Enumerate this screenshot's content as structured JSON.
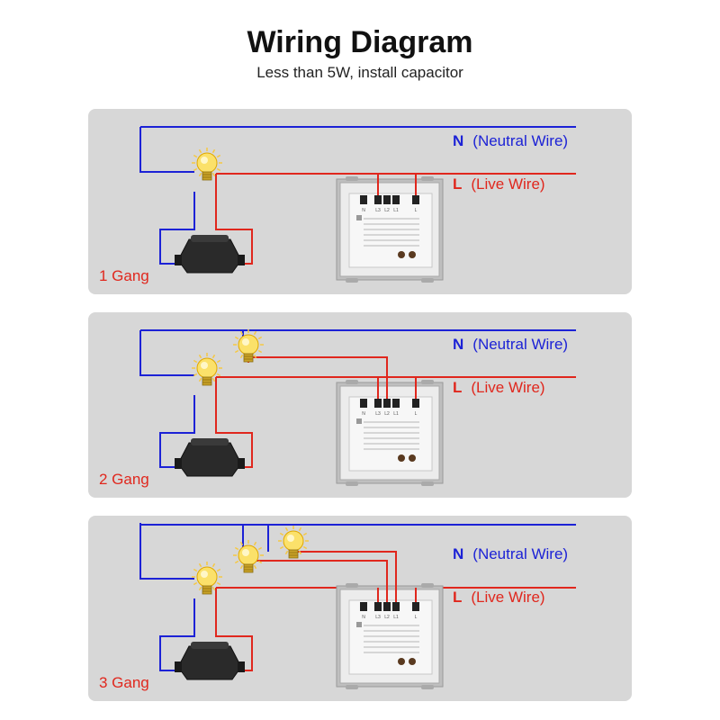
{
  "header": {
    "title": "Wiring Diagram",
    "subtitle": "Less than 5W, install capacitor"
  },
  "colors": {
    "neutral": "#1c22d6",
    "live": "#e0271d",
    "panel": "#d7d7d7"
  },
  "panels": [
    {
      "gang_label": "1 Gang",
      "neutral": {
        "letter": "N",
        "text": "(Neutral  Wire)"
      },
      "live": {
        "letter": "L",
        "text": "(Live  Wire)"
      },
      "bulbs": 1
    },
    {
      "gang_label": "2 Gang",
      "neutral": {
        "letter": "N",
        "text": "(Neutral  Wire)"
      },
      "live": {
        "letter": "L",
        "text": "(Live  Wire)"
      },
      "bulbs": 2
    },
    {
      "gang_label": "3 Gang",
      "neutral": {
        "letter": "N",
        "text": "(Neutral  Wire)"
      },
      "live": {
        "letter": "L",
        "text": "(Live  Wire)"
      },
      "bulbs": 3
    }
  ],
  "switch_terminals": [
    "N",
    "L3",
    "L2",
    "L1",
    "L"
  ]
}
